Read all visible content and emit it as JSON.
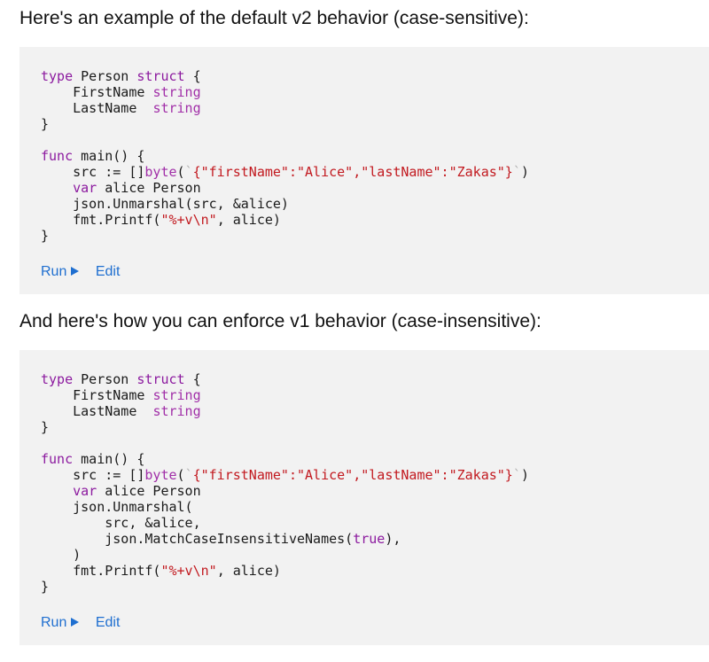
{
  "section1": {
    "intro": "Here's an example of the default v2 behavior (case-sensitive):",
    "code": {
      "l1_kw": "type",
      "l1_a": " Person ",
      "l1_kw2": "struct",
      "l1_b": " {",
      "l2_a": "    FirstName ",
      "l2_ty": "string",
      "l3_a": "    LastName  ",
      "l3_ty": "string",
      "l4": "}",
      "l6_kw": "func",
      "l6_a": " main() {",
      "l7_a": "    src := []",
      "l7_ty": "byte",
      "l7_b": "(",
      "l7_tk1": "`",
      "l7_st": "{\"firstName\":\"Alice\",\"lastName\":\"Zakas\"}",
      "l7_tk2": "`",
      "l7_c": ")",
      "l8_kw": "    var",
      "l8_a": " alice Person",
      "l9": "    json.Unmarshal(src, &alice)",
      "l10_a": "    fmt.Printf(",
      "l10_st": "\"%+v\\n\"",
      "l10_b": ", alice)",
      "l11": "}"
    },
    "run_label": "Run",
    "edit_label": "Edit"
  },
  "section2": {
    "intro": "And here's how you can enforce v1 behavior (case-insensitive):",
    "code": {
      "l1_kw": "type",
      "l1_a": " Person ",
      "l1_kw2": "struct",
      "l1_b": " {",
      "l2_a": "    FirstName ",
      "l2_ty": "string",
      "l3_a": "    LastName  ",
      "l3_ty": "string",
      "l4": "}",
      "l6_kw": "func",
      "l6_a": " main() {",
      "l7_a": "    src := []",
      "l7_ty": "byte",
      "l7_b": "(",
      "l7_tk1": "`",
      "l7_st": "{\"firstName\":\"Alice\",\"lastName\":\"Zakas\"}",
      "l7_tk2": "`",
      "l7_c": ")",
      "l8_kw": "    var",
      "l8_a": " alice Person",
      "l9": "    json.Unmarshal(",
      "l10": "        src, &alice,",
      "l11_a": "        json.MatchCaseInsensitiveNames(",
      "l11_kw": "true",
      "l11_b": "),",
      "l12": "    )",
      "l13_a": "    fmt.Printf(",
      "l13_st": "\"%+v\\n\"",
      "l13_b": ", alice)",
      "l14": "}"
    },
    "run_label": "Run",
    "edit_label": "Edit"
  }
}
